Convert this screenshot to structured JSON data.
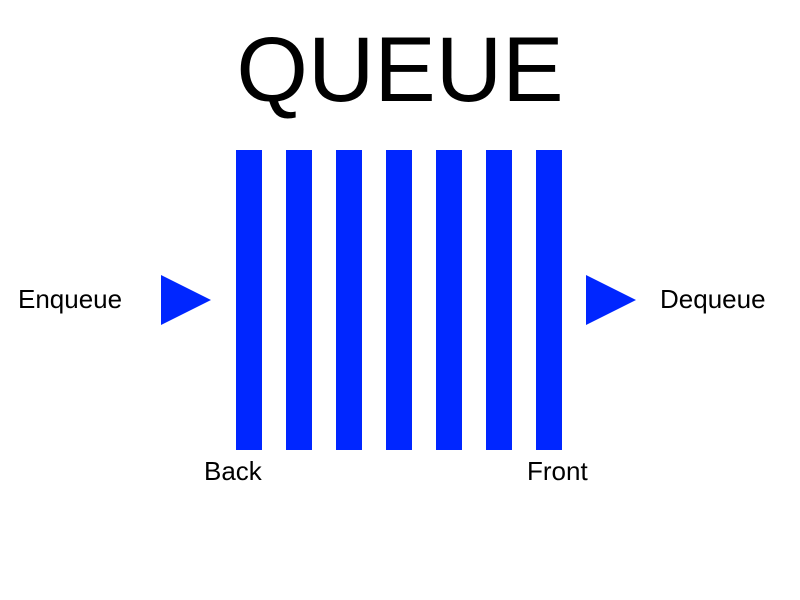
{
  "title": "QUEUE",
  "labels": {
    "enqueue": "Enqueue",
    "dequeue": "Dequeue",
    "back": "Back",
    "front": "Front"
  },
  "queue": {
    "slot_count": 7,
    "color": "#0026ff"
  },
  "arrow_color": "#0026ff"
}
